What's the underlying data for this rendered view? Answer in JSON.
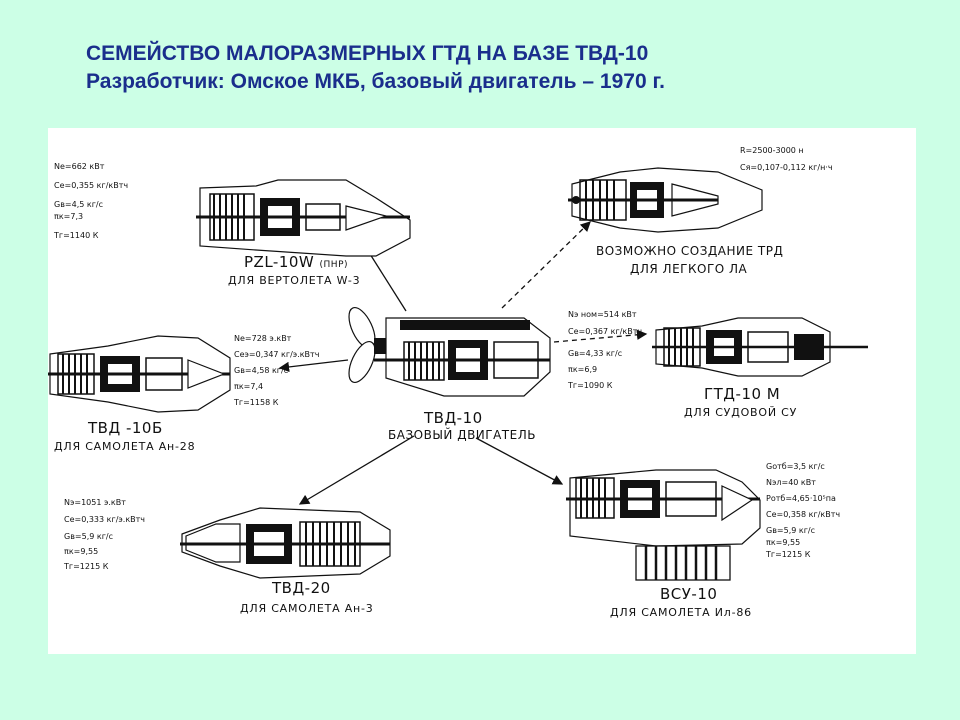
{
  "title": {
    "line1": "СЕМЕЙСТВО МАЛОРАЗМЕРНЫХ ГТД НА БАЗЕ  ТВД-10",
    "line2": "Разработчик: Омское МКБ, базовый двигатель – 1970 г."
  },
  "colors": {
    "background": "#ccffe6",
    "title": "#1a2e8c",
    "panel": "#ffffff",
    "ink": "#111111"
  },
  "engines": {
    "pzl": {
      "name": "PZL-10W",
      "name_note": "(ПНР)",
      "purpose": "ДЛЯ ВЕРТОЛЕТА W-3",
      "params": [
        "Nе=662 кВт",
        "Cе=0,355 кг/кВтч",
        "Gв=4,5 кг/с",
        "πк=7,3",
        "Tг=1140 К"
      ]
    },
    "trd": {
      "name": "ВОЗМОЖНО СОЗДАНИЕ ТРД",
      "purpose": "ДЛЯ ЛЕГКОГО ЛА",
      "params": [
        "R=2500-3000 н",
        "Cя=0,107-0,112 кг/н·ч"
      ]
    },
    "tvd10b": {
      "name": "ТВД -10Б",
      "purpose": "ДЛЯ САМОЛЕТА Ан-28",
      "params": [
        "Nе=728 э.кВт",
        "Cеэ=0,347 кг/э.кВтч",
        "Gв=4,58 кг/с",
        "πк=7,4",
        "Tг=1158 К"
      ]
    },
    "base": {
      "name": "ТВД-10",
      "purpose": "БАЗОВЫЙ ДВИГАТЕЛЬ"
    },
    "gtd10m": {
      "name": "ГТД-10 М",
      "purpose": "ДЛЯ СУДОВОЙ СУ",
      "params": [
        "Nэ ном=514 кВт",
        "Cе=0,367 кг/кВтч",
        "Gв=4,33 кг/с",
        "πк=6,9",
        "Tг=1090 К"
      ]
    },
    "tvd20": {
      "name": "ТВД-20",
      "purpose": "ДЛЯ САМОЛЕТА Ан-3",
      "params": [
        "Nэ=1051 э.кВт",
        "Cе=0,333 кг/э.кВтч",
        "Gв=5,9 кг/с",
        "πк=9,55",
        "Tг=1215 К"
      ]
    },
    "vsu10": {
      "name": "ВСУ-10",
      "purpose": "ДЛЯ САМОЛЕТА Ил-86",
      "params": [
        "Gотб=3,5 кг/с",
        "Nэл=40 кВт",
        "Pотб=4,65·10⁵па",
        "Cе=0,358 кг/кВтч",
        "Gв=5,9 кг/с",
        "πк=9,55",
        "Tг=1215 К"
      ]
    }
  }
}
